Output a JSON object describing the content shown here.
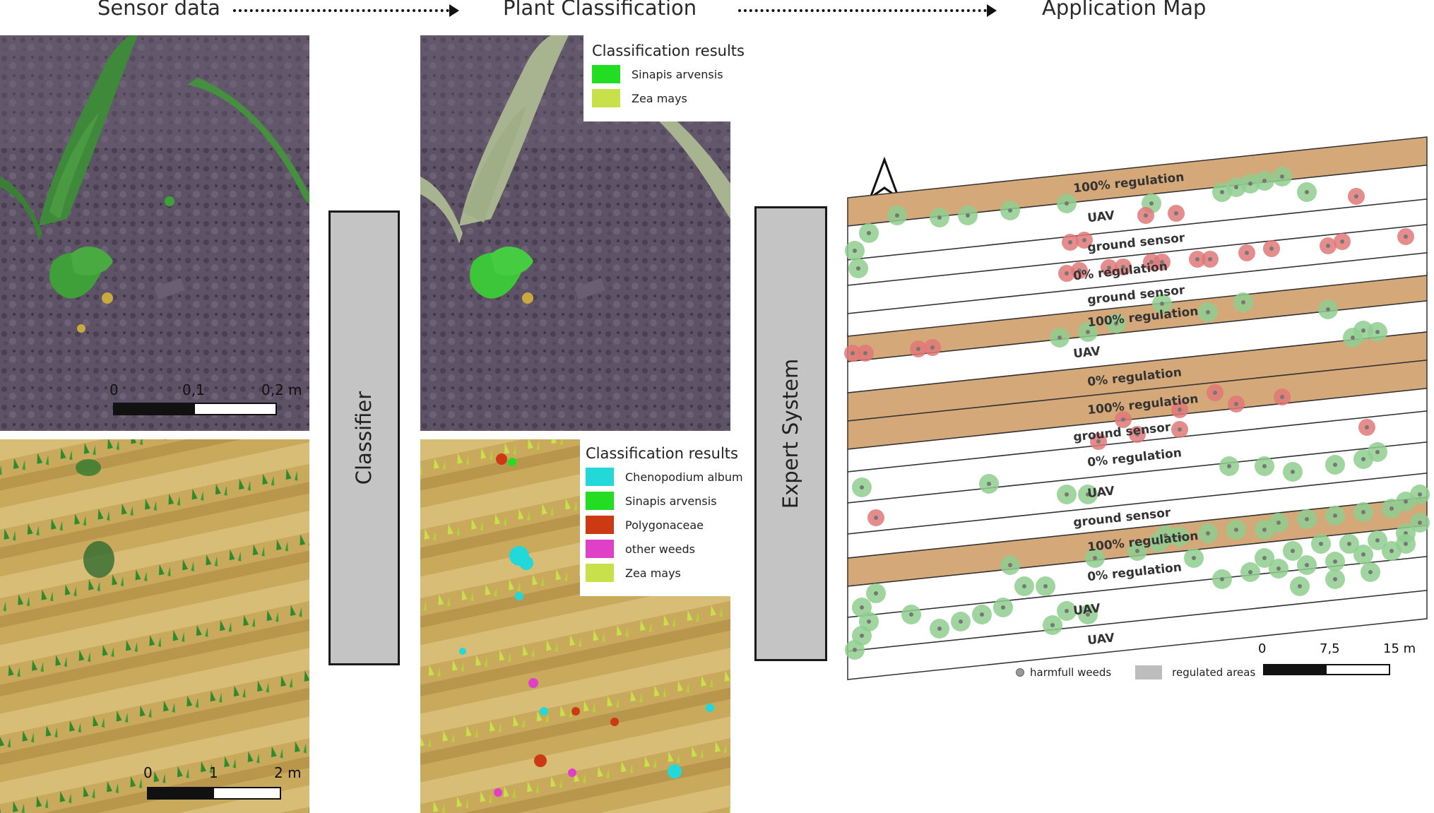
{
  "headers": {
    "sensor_data": "Sensor data",
    "plant_classification": "Plant Classification",
    "application_map": "Application Map"
  },
  "process_boxes": {
    "classifier": "Classifier",
    "expert_system": "Expert System"
  },
  "sensor_close_scale": [
    "0",
    "0,1",
    "0,2 m"
  ],
  "sensor_field_scale": [
    "0",
    "1",
    "2 m"
  ],
  "legend_top": {
    "title": "Classification results",
    "items": [
      {
        "label": "Sinapis arvensis",
        "color": "#22dd22"
      },
      {
        "label": "Zea mays",
        "color": "#c8e04a"
      }
    ]
  },
  "legend_bottom": {
    "title": "Classification results",
    "items": [
      {
        "label": "Chenopodium album",
        "color": "#22d8d8"
      },
      {
        "label": "Sinapis arvensis",
        "color": "#22dd22"
      },
      {
        "label": "Polygonaceae",
        "color": "#cc3a14"
      },
      {
        "label": "other weeds",
        "color": "#e040c8"
      },
      {
        "label": "Zea mays",
        "color": "#c8e04a"
      }
    ]
  },
  "map": {
    "strip_labels": [
      "100% regulation",
      "UAV",
      "ground sensor",
      "0% regulation",
      "ground sensor",
      "100% regulation",
      "UAV",
      "0% regulation",
      "100% regulation",
      "ground sensor",
      "0% regulation",
      "UAV",
      "ground sensor",
      "100% regulation",
      "0% regulation",
      "UAV",
      "UAV"
    ],
    "legend": {
      "weeds": "harmfull weeds",
      "regulated": "regulated areas"
    },
    "scale": [
      "0",
      "7,5",
      "15 m"
    ],
    "colors": {
      "regulation_band": "#d4a878",
      "green_buffer": "#8fce8f",
      "red_buffer": "#e07878",
      "weed_dot": "#777777",
      "regulated_swatch": "#bdbdbd"
    }
  }
}
